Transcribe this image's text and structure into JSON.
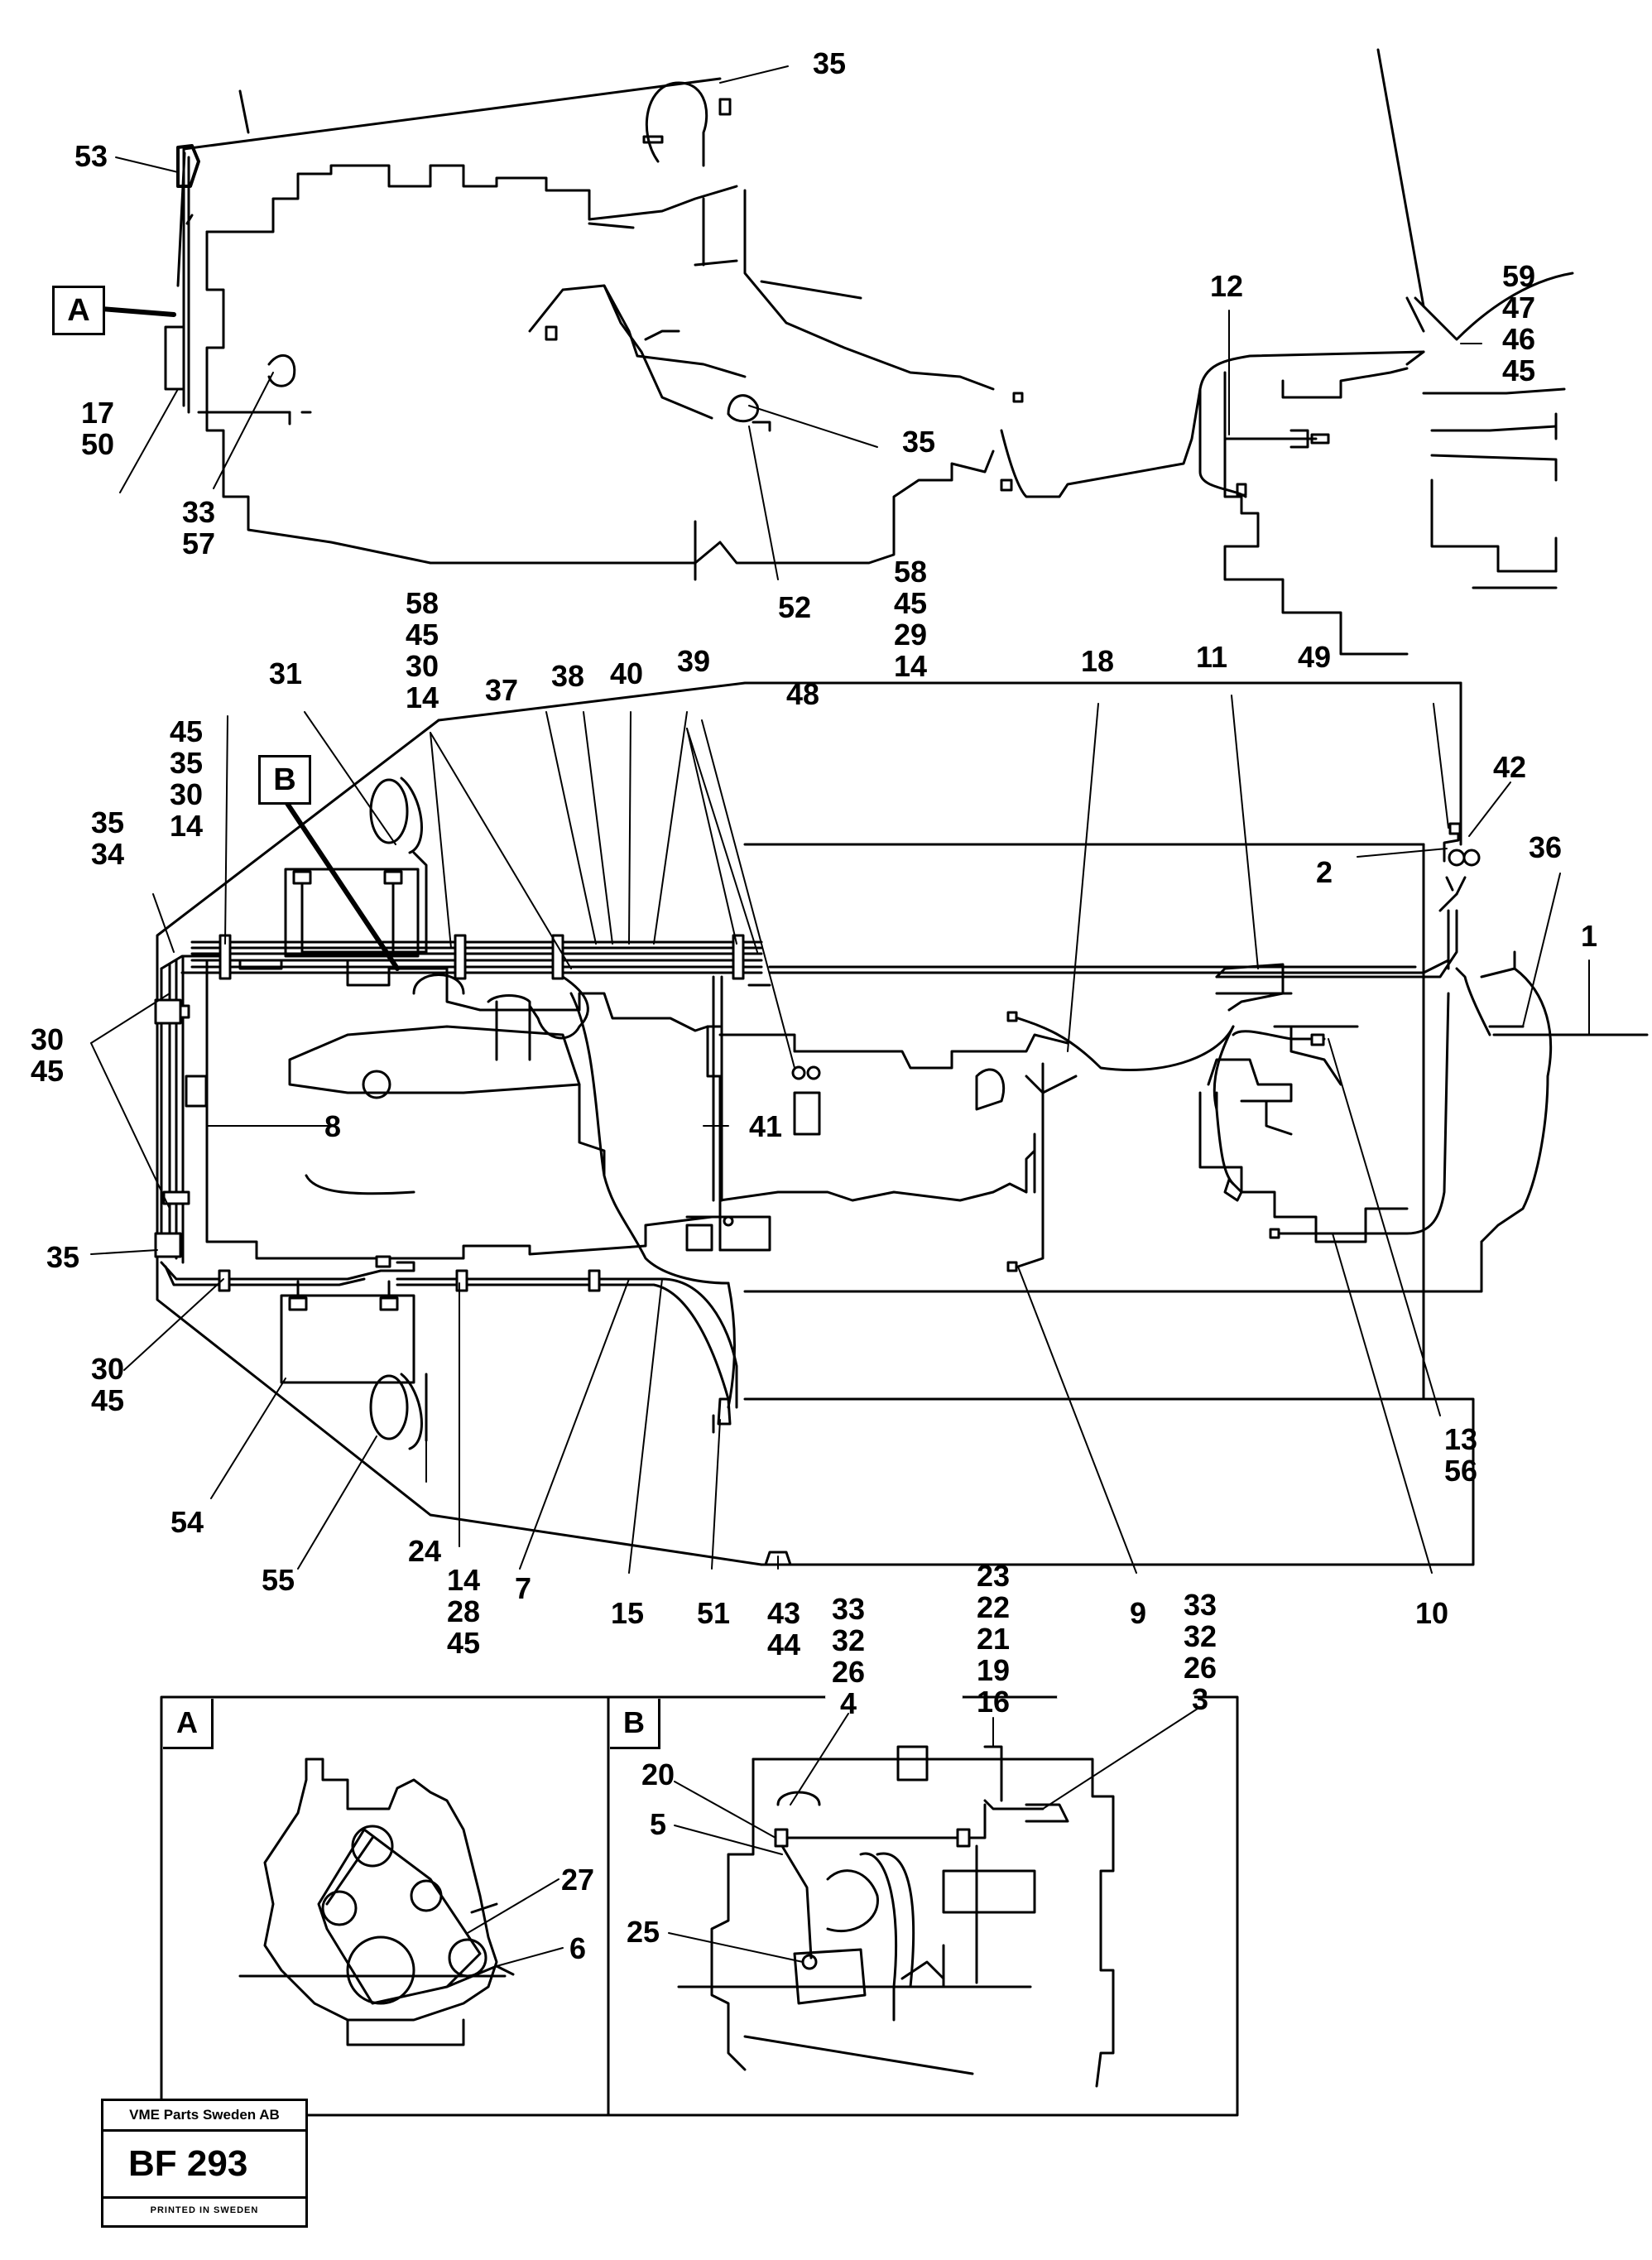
{
  "figure": {
    "callouts_top": [
      {
        "id": "c35a",
        "text": "35"
      },
      {
        "id": "c53",
        "text": "53"
      },
      {
        "id": "c17_50",
        "text": "17\n50"
      },
      {
        "id": "c33_57",
        "text": "33\n57"
      },
      {
        "id": "c35b",
        "text": "35"
      },
      {
        "id": "c52",
        "text": "52"
      },
      {
        "id": "c12",
        "text": "12"
      },
      {
        "id": "c59_47_46_45",
        "text": "59\n47\n46\n45"
      }
    ],
    "callouts_main": [
      {
        "id": "m58_45_30_14",
        "text": "58\n45\n30\n14"
      },
      {
        "id": "m58_45_29_14",
        "text": "58\n45\n29\n14"
      },
      {
        "id": "m31",
        "text": "31"
      },
      {
        "id": "m37",
        "text": "37"
      },
      {
        "id": "m38",
        "text": "38"
      },
      {
        "id": "m40",
        "text": "40"
      },
      {
        "id": "m39",
        "text": "39"
      },
      {
        "id": "m48",
        "text": "48"
      },
      {
        "id": "m18",
        "text": "18"
      },
      {
        "id": "m11",
        "text": "11"
      },
      {
        "id": "m49",
        "text": "49"
      },
      {
        "id": "m42",
        "text": "42"
      },
      {
        "id": "m45_35_30_14",
        "text": "45\n35\n30\n14"
      },
      {
        "id": "m35_34",
        "text": "35\n34"
      },
      {
        "id": "m2",
        "text": "2"
      },
      {
        "id": "m36",
        "text": "36"
      },
      {
        "id": "m1",
        "text": "1"
      },
      {
        "id": "m30_45a",
        "text": "30\n45"
      },
      {
        "id": "m8",
        "text": "8"
      },
      {
        "id": "m41",
        "text": "41"
      },
      {
        "id": "m35c",
        "text": "35"
      },
      {
        "id": "m30_45b",
        "text": "30\n45"
      },
      {
        "id": "m13_56",
        "text": "13\n56"
      },
      {
        "id": "m54",
        "text": "54"
      },
      {
        "id": "m55",
        "text": "55"
      },
      {
        "id": "m24",
        "text": "24"
      },
      {
        "id": "m14_28_45",
        "text": "14\n28\n45"
      },
      {
        "id": "m7",
        "text": "7"
      },
      {
        "id": "m15",
        "text": "15"
      },
      {
        "id": "m51",
        "text": "51"
      },
      {
        "id": "m43_44",
        "text": "43\n44"
      },
      {
        "id": "m9",
        "text": "9"
      },
      {
        "id": "m10",
        "text": "10"
      }
    ],
    "callouts_inset": [
      {
        "id": "i33_32_26_4",
        "text": "33\n32\n26\n4"
      },
      {
        "id": "i23_22_21_19_16",
        "text": "23\n22\n21\n19\n16"
      },
      {
        "id": "i33_32_26_3",
        "text": "33\n32\n26\n3"
      },
      {
        "id": "i20",
        "text": "20"
      },
      {
        "id": "i5",
        "text": "5"
      },
      {
        "id": "i25",
        "text": "25"
      },
      {
        "id": "i27",
        "text": "27"
      },
      {
        "id": "i6",
        "text": "6"
      }
    ],
    "detail_markers": {
      "a": "A",
      "b": "B"
    },
    "insets": {
      "a_title": "A",
      "b_title": "B"
    }
  },
  "stamp": {
    "company": "VME Parts Sweden AB",
    "code": "BF 293",
    "printed": "PRINTED IN SWEDEN"
  }
}
